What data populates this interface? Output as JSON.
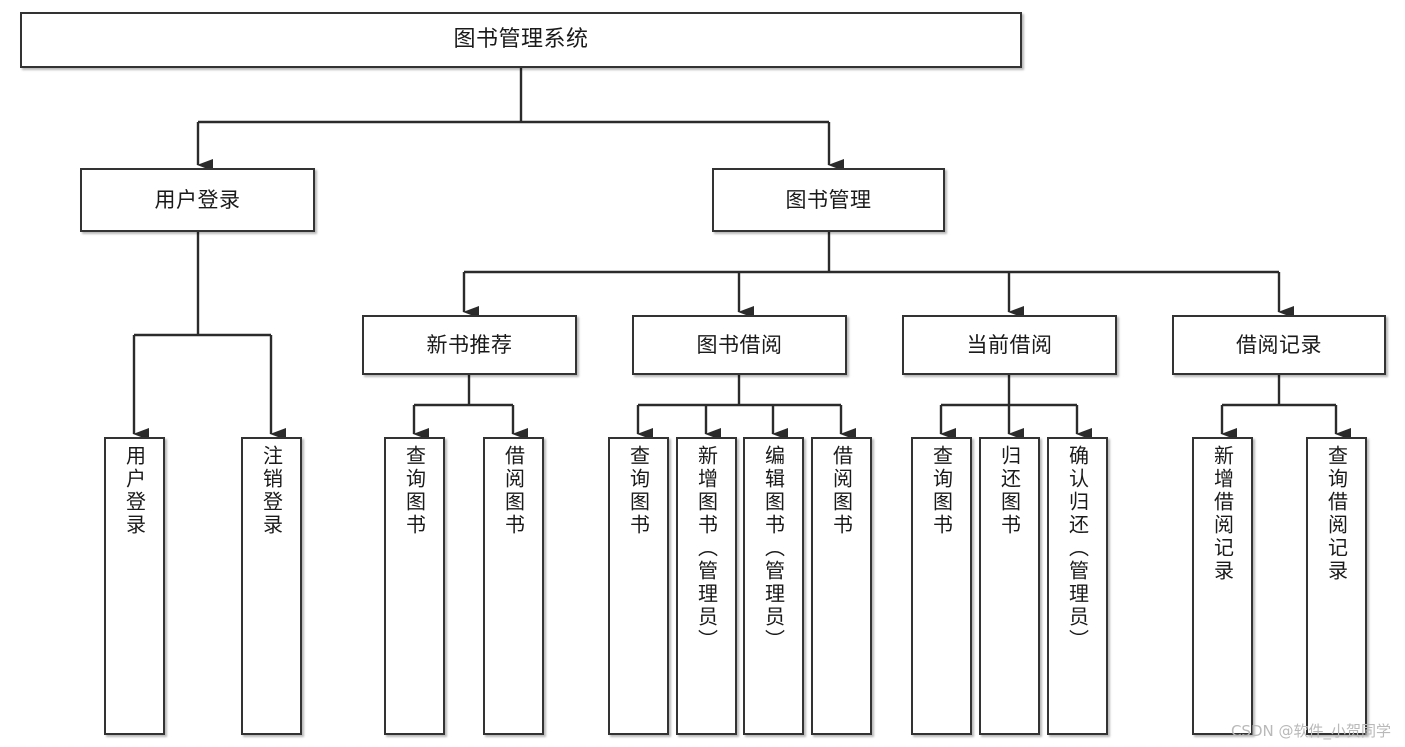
{
  "diagram": {
    "title": "图书管理系统",
    "type": "tree",
    "watermark": "CSDN @软件_小贺同学",
    "colors": {
      "box_border": "#333333",
      "box_fill": "#ffffff",
      "connector": "#2b2b2b",
      "text": "#1a1a1a",
      "watermark": "#b9b9b9",
      "background": "#ffffff"
    },
    "root": {
      "label": "图书管理系统"
    },
    "level2": [
      {
        "label": "用户登录"
      },
      {
        "label": "图书管理"
      }
    ],
    "level3": [
      {
        "label": "新书推荐"
      },
      {
        "label": "图书借阅"
      },
      {
        "label": "当前借阅"
      },
      {
        "label": "借阅记录"
      }
    ],
    "leaves": {
      "user_login": [
        {
          "label": "用户登录"
        },
        {
          "label": "注销登录"
        }
      ],
      "new_book_recommend": [
        {
          "label": "查询图书"
        },
        {
          "label": "借阅图书"
        }
      ],
      "book_borrow": [
        {
          "label": "查询图书"
        },
        {
          "label": "新增图书（管理员）"
        },
        {
          "label": "编辑图书（管理员）"
        },
        {
          "label": "借阅图书"
        }
      ],
      "current_borrow": [
        {
          "label": "查询图书"
        },
        {
          "label": "归还图书"
        },
        {
          "label": "确认归还（管理员）"
        }
      ],
      "borrow_record": [
        {
          "label": "新增借阅记录"
        },
        {
          "label": "查询借阅记录"
        }
      ]
    }
  }
}
